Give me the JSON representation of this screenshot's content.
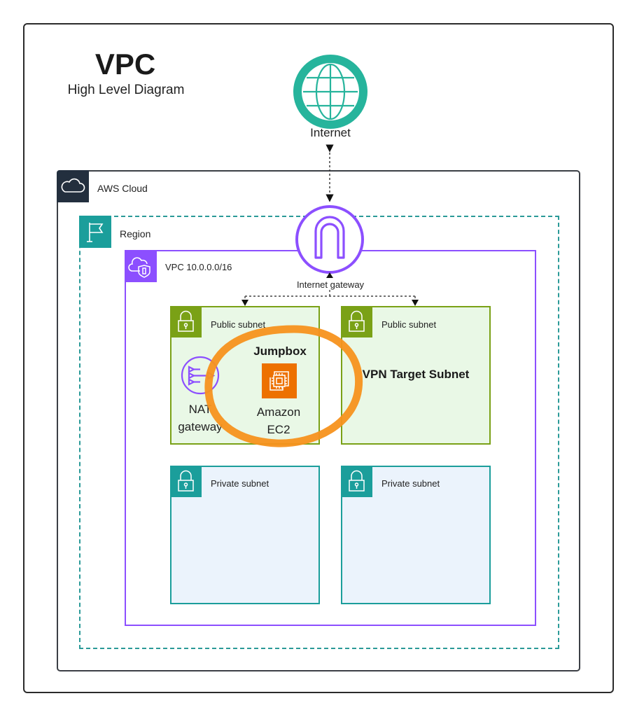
{
  "header": {
    "title": "VPC",
    "subtitle": "High Level Diagram"
  },
  "internet": {
    "label": "Internet",
    "icon": "globe-icon"
  },
  "containers": {
    "aws_cloud": {
      "label": "AWS Cloud",
      "icon": "cloud-icon"
    },
    "region": {
      "label": "Region",
      "icon": "flag-icon"
    },
    "vpc": {
      "label": "VPC 10.0.0.0/16",
      "icon": "vpc-cloud-shield-icon"
    }
  },
  "internet_gateway": {
    "label": "Internet gateway",
    "icon": "internet-gateway-icon"
  },
  "subnets": [
    {
      "label": "Public subnet",
      "type": "public",
      "icon": "lock-icon",
      "contents": {
        "nat_gateway": {
          "label_line1": "NAT",
          "label_line2": "gateway",
          "icon": "nat-gateway-icon"
        },
        "jumpbox": {
          "title": "Jumpbox",
          "label_line1": "Amazon",
          "label_line2": "EC2",
          "icon": "ec2-icon"
        }
      }
    },
    {
      "label": "Public subnet",
      "type": "public",
      "icon": "lock-icon",
      "contents": {
        "title": "VPN Target Subnet"
      }
    },
    {
      "label": "Private subnet",
      "type": "private",
      "icon": "lock-icon"
    },
    {
      "label": "Private subnet",
      "type": "private",
      "icon": "lock-icon"
    }
  ],
  "annotation": {
    "type": "hand-drawn-circle",
    "target": "Jumpbox",
    "color": "#f7931e"
  },
  "colors": {
    "internet": "#26b49c",
    "aws_cloud": "#232f3e",
    "region": "#1b9e9b",
    "vpc": "#8c4fff",
    "public_subnet": "#7aa116",
    "private_subnet": "#1b9e9b",
    "ec2": "#ed7100",
    "annotation": "#f7931e"
  }
}
